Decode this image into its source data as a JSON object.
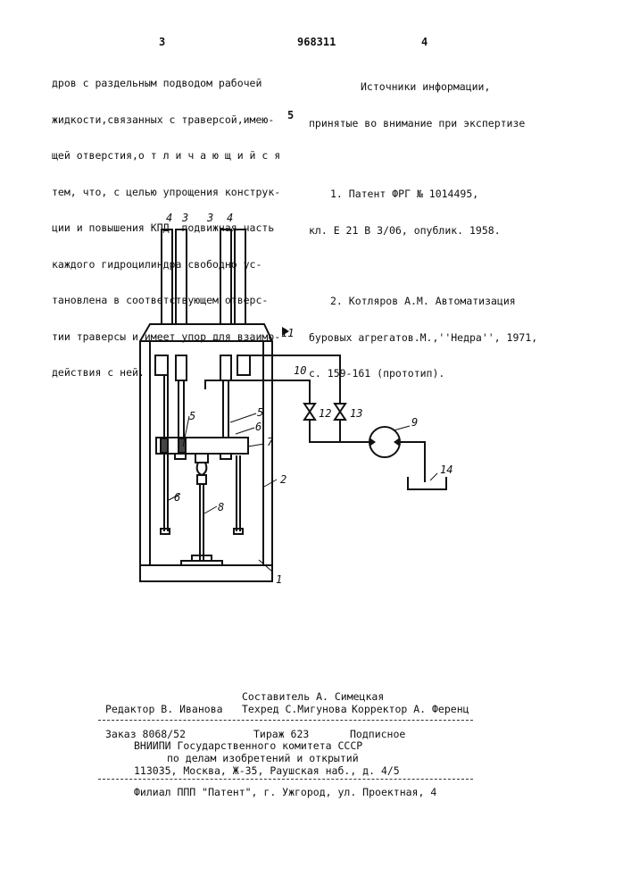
{
  "header": {
    "page_left": "3",
    "patent_number": "968311",
    "page_right": "4"
  },
  "left_column": {
    "lines": [
      "дров с раздельным подводом рабочей",
      "жидкости,связанных с траверсой,имею-",
      "щей отверстия,о т л и ч а ю щ и й с я",
      "тем, что, с целью упрощения конструк-",
      "ции и повышения КПД, подвижная часть",
      "каждого гидроцилиндра свободно ус-",
      "тановлена в соответствующем отверс-",
      "тии траверсы и имеет упор для взаимо-",
      "действия с ней."
    ],
    "line_marker": "5"
  },
  "right_column": {
    "heading_line1": "Источники информации,",
    "heading_line2": "принятые во внимание при экспертизе",
    "ref1_line1": "1. Патент ФРГ № 1014495,",
    "ref1_line2": "кл. Е 21 В 3/06, опублик. 1958.",
    "ref2_line1": "2. Котляров А.М. Автоматизация",
    "ref2_line2": "буровых агрегатов.М.,''Недра'', 1971,",
    "ref2_line3": "с. 159-161 (прототип)."
  },
  "figure": {
    "labels": {
      "l1": "1",
      "l2": "2",
      "l3a": "3",
      "l3b": "3",
      "l4a": "4",
      "l4b": "4",
      "l5a": "5",
      "l5b": "5",
      "l6a": "6",
      "l6b": "6",
      "l7": "7",
      "l8": "8",
      "l9": "9",
      "l10": "10",
      "l11": "11",
      "l12": "12",
      "l13": "13",
      "l14": "14"
    }
  },
  "footer": {
    "compiler": "Составитель А. Симецкая",
    "editor": "Редактор В. Иванова",
    "techred": "Техред С.Мигунова",
    "corrector": "Корректор А. Ференц",
    "order": "Заказ 8068/52",
    "circulation": "Тираж 623",
    "subscription": "Подписное",
    "org_line1": "ВНИИПИ Государственного комитета СССР",
    "org_line2": "по делам изобретений и открытий",
    "org_line3": "113035, Москва, Ж-35, Раушская наб., д. 4/5",
    "branch": "Филиал ППП \"Патент\", г. Ужгород, ул. Проектная, 4"
  }
}
